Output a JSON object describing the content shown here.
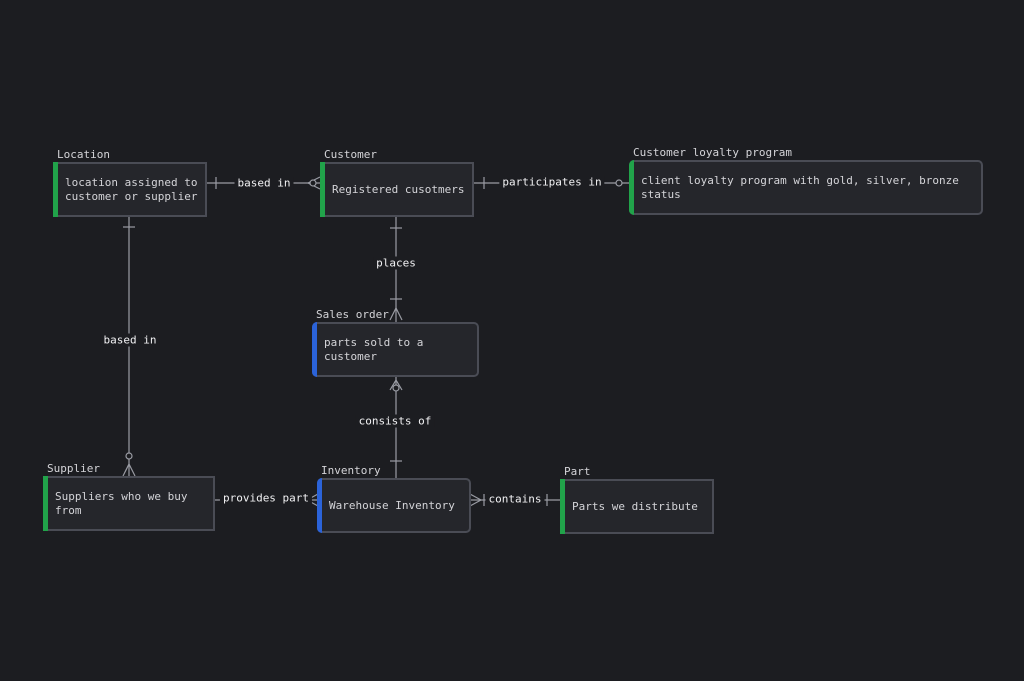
{
  "colors": {
    "background": "#1c1d21",
    "box": "#25262b",
    "border": "#4a4c55",
    "line": "#9a9ca4",
    "accent_green": "#21a34a",
    "accent_blue": "#2b63d9"
  },
  "entities": {
    "location": {
      "title": "Location",
      "description": "location assigned to\ncustomer or supplier"
    },
    "customer": {
      "title": "Customer",
      "description": "Registered cusotmers"
    },
    "loyalty": {
      "title": "Customer loyalty program",
      "description": "client loyalty program with gold, silver, bronze status"
    },
    "sales_order": {
      "title": "Sales order",
      "description": "parts sold to a customer"
    },
    "supplier": {
      "title": "Supplier",
      "description": "Suppliers who we buy from"
    },
    "inventory": {
      "title": "Inventory",
      "description": "Warehouse Inventory"
    },
    "part": {
      "title": "Part",
      "description": "Parts we distribute"
    }
  },
  "relationships": {
    "location_customer": "based in",
    "customer_loyalty": "participates in",
    "customer_order": "places",
    "location_supplier": "based in",
    "order_inventory": "consists of",
    "supplier_inventory": "provides part",
    "inventory_part": "contains"
  }
}
